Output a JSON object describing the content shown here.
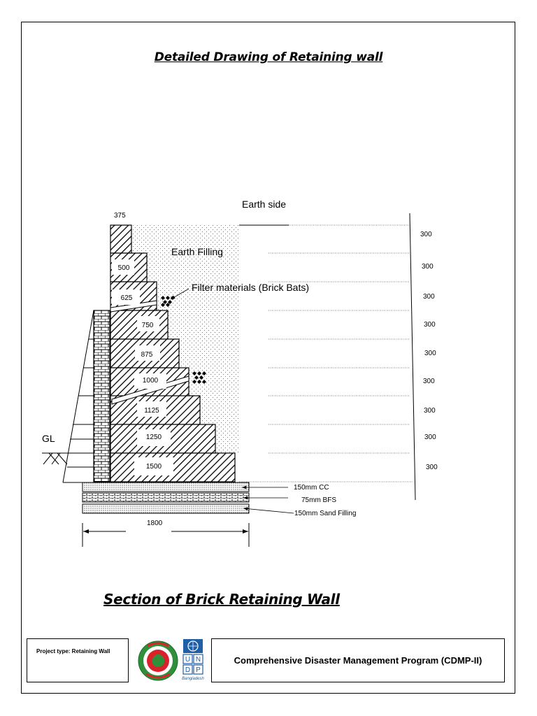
{
  "title": "Detailed Drawing of Retaining wall",
  "subtitle": "Section of Brick Retaining Wall",
  "labels": {
    "earth_side": "Earth side",
    "earth_filling": "Earth Filling",
    "filter": "Filter materials (Brick Bats)",
    "gl": "GL",
    "top_width": "375",
    "cc": "150mm CC",
    "bfs": "75mm BFS",
    "sand": "150mm Sand Filling",
    "base_width": "1800"
  },
  "steps": [
    "500",
    "625",
    "750",
    "875",
    "1000",
    "1125",
    "1250",
    "1500"
  ],
  "heights": [
    "300",
    "300",
    "300",
    "300",
    "300",
    "300",
    "300",
    "300",
    "300"
  ],
  "footer": {
    "project_type": "Project type:  Retaining Wall",
    "program": "Comprehensive Disaster Management Program (CDMP-II)",
    "undp_letters": [
      "U",
      "N",
      "D",
      "P"
    ],
    "undp_country": "Bangladesh"
  }
}
